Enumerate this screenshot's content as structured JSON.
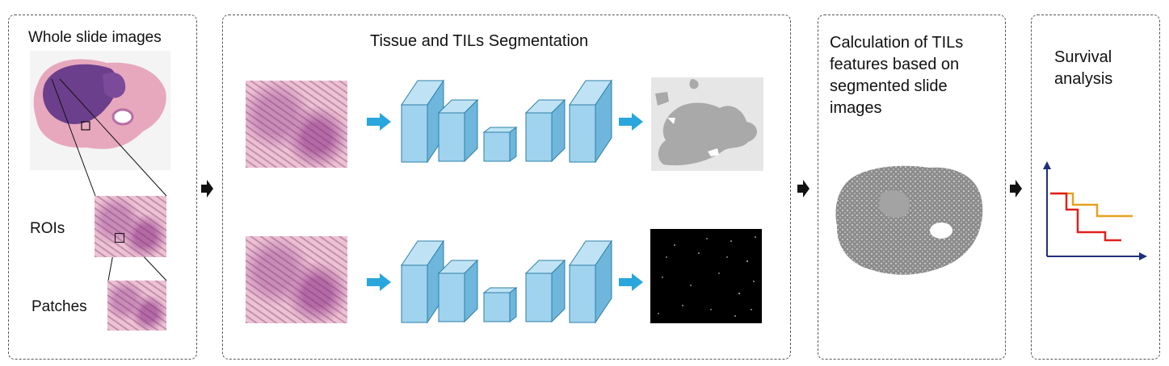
{
  "panels": {
    "input": {
      "title": "Whole slide images",
      "rois_label": "ROIs",
      "patches_label": "Patches"
    },
    "segmentation": {
      "title": "Tissue and TILs Segmentation"
    },
    "features": {
      "title_lines": [
        "Calculation of TILs",
        "features based on",
        "segmented slide",
        "images"
      ]
    },
    "survival": {
      "title_lines": [
        "Survival",
        "analysis"
      ]
    }
  },
  "colors": {
    "flow_arrow": "#29a6dc",
    "unet_block": "#9fd3ee",
    "unet_edge": "#2f7fa8",
    "curve_red": "#e0201c",
    "curve_orange": "#e8a020",
    "axis": "#1f2f7a"
  }
}
